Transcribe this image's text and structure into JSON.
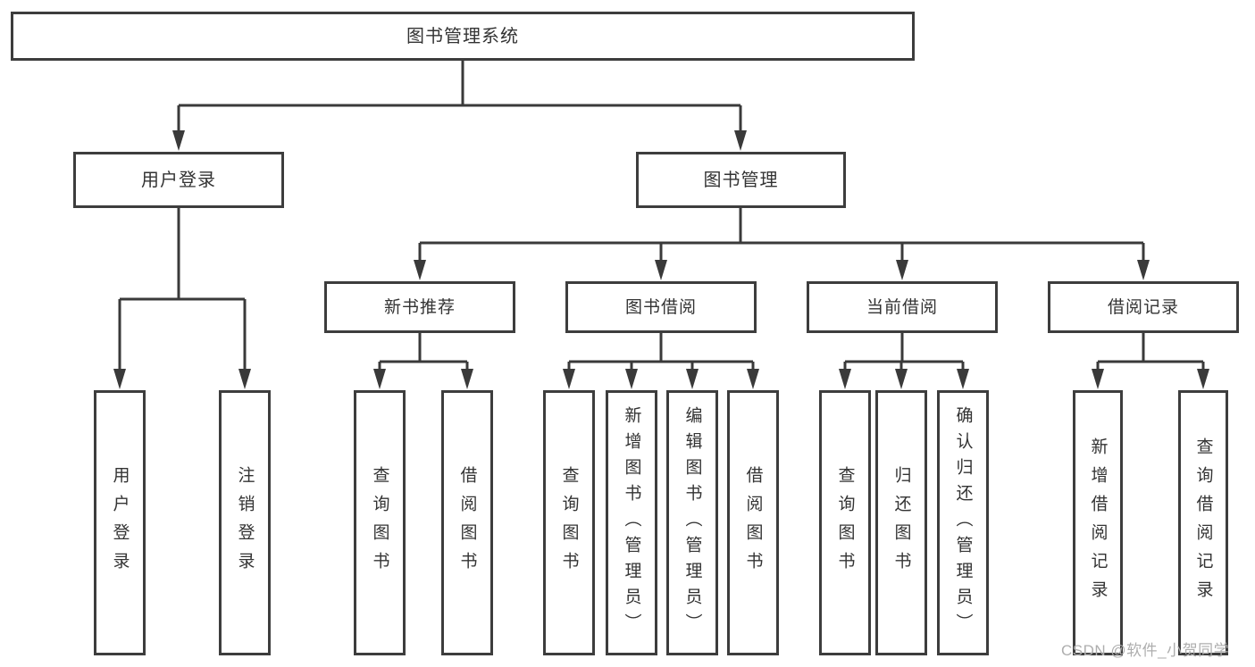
{
  "tree": {
    "label": "图书管理系统",
    "children": [
      {
        "label": "用户登录",
        "children": [
          {
            "label": "用户登录"
          },
          {
            "label": "注销登录"
          }
        ]
      },
      {
        "label": "图书管理",
        "children": [
          {
            "label": "新书推荐",
            "children": [
              {
                "label": "查询图书"
              },
              {
                "label": "借阅图书"
              }
            ]
          },
          {
            "label": "图书借阅",
            "children": [
              {
                "label": "查询图书"
              },
              {
                "label": "新增图书（管理员）"
              },
              {
                "label": "编辑图书（管理员）"
              },
              {
                "label": "借阅图书"
              }
            ]
          },
          {
            "label": "当前借阅",
            "children": [
              {
                "label": "查询图书"
              },
              {
                "label": "归还图书"
              },
              {
                "label": "确认归还（管理员）"
              }
            ]
          },
          {
            "label": "借阅记录",
            "children": [
              {
                "label": "新增借阅记录"
              },
              {
                "label": "查询借阅记录"
              }
            ]
          }
        ]
      }
    ]
  },
  "watermark": {
    "text": "CSDN @软件_小贺同学"
  },
  "colors": {
    "line": "#3a3a3a",
    "box_border": "#3d3d3d",
    "text": "#333333",
    "watermark": "#aeaeae",
    "background": "#ffffff"
  }
}
